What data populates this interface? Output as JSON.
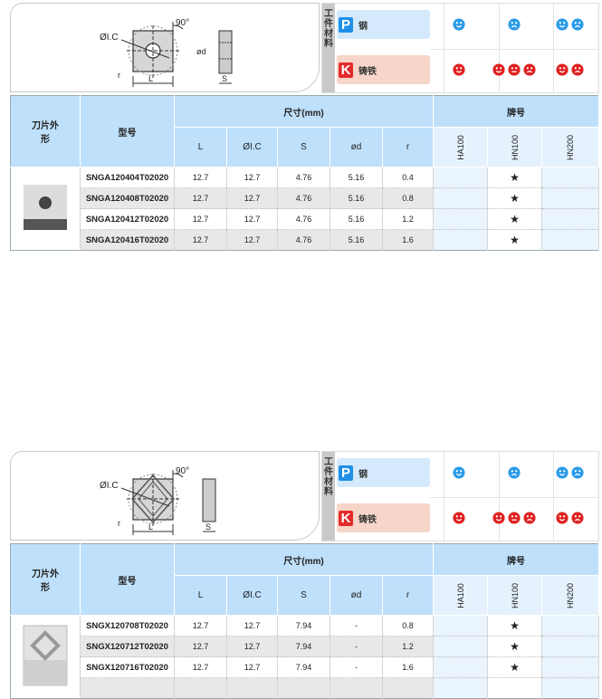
{
  "material": {
    "label": "工件材料",
    "rows": [
      {
        "badge": "P",
        "name": "钢",
        "badge_color": "#1f8fe8",
        "bg": "#d4eafc",
        "faces": [
          [
            "happy"
          ],
          [
            "sad"
          ],
          [
            "happy",
            "sad"
          ]
        ],
        "face_color": "#2a9be8"
      },
      {
        "badge": "K",
        "name": "铸铁",
        "badge_color": "#e32b2b",
        "bg": "#f7d5c8",
        "faces": [
          [
            "happy"
          ],
          [
            "happy",
            "neutral",
            "sad"
          ],
          [
            "happy",
            "sad"
          ]
        ],
        "face_color": "#e02020"
      }
    ]
  },
  "drawing_labels": {
    "angle": "90°",
    "ic": "ØI.C",
    "d": "ød",
    "r": "r",
    "L": "L",
    "S": "S"
  },
  "table_headers": {
    "shape": "刀片外形",
    "model": "型号",
    "dims": "尺寸(mm)",
    "grade": "牌号",
    "dim_cols": [
      "L",
      "ØI.C",
      "S",
      "ød",
      "r"
    ],
    "grades": [
      "HA100",
      "HN100",
      "HN200"
    ]
  },
  "panels": [
    {
      "type": "hole",
      "rows": [
        {
          "model": "SNGA120404T02020",
          "dims": [
            "12.7",
            "12.7",
            "4.76",
            "5.16",
            "0.4"
          ],
          "grades": [
            "",
            "★",
            ""
          ]
        },
        {
          "model": "SNGA120408T02020",
          "dims": [
            "12.7",
            "12.7",
            "4.76",
            "5.16",
            "0.8"
          ],
          "grades": [
            "",
            "★",
            ""
          ]
        },
        {
          "model": "SNGA120412T02020",
          "dims": [
            "12.7",
            "12.7",
            "4.76",
            "5.16",
            "1.2"
          ],
          "grades": [
            "",
            "★",
            ""
          ]
        },
        {
          "model": "SNGA120416T02020",
          "dims": [
            "12.7",
            "12.7",
            "4.76",
            "5.16",
            "1.6"
          ],
          "grades": [
            "",
            "★",
            ""
          ]
        }
      ]
    },
    {
      "type": "chip",
      "rows": [
        {
          "model": "SNGX120708T02020",
          "dims": [
            "12.7",
            "12.7",
            "7.94",
            "-",
            "0.8"
          ],
          "grades": [
            "",
            "★",
            ""
          ]
        },
        {
          "model": "SNGX120712T02020",
          "dims": [
            "12.7",
            "12.7",
            "7.94",
            "-",
            "1.2"
          ],
          "grades": [
            "",
            "★",
            ""
          ]
        },
        {
          "model": "SNGX120716T02020",
          "dims": [
            "12.7",
            "12.7",
            "7.94",
            "-",
            "1.6"
          ],
          "grades": [
            "",
            "★",
            ""
          ]
        },
        {
          "model": "",
          "dims": [
            "",
            "",
            "",
            "",
            ""
          ],
          "grades": [
            "",
            "",
            ""
          ]
        }
      ]
    }
  ]
}
